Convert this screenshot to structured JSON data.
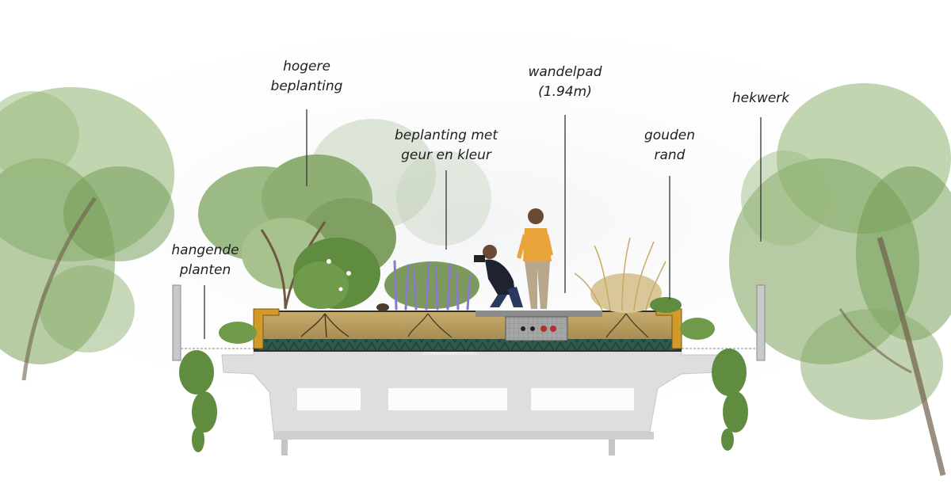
{
  "labels": {
    "hogere_beplanting": [
      "hogere",
      "beplanting"
    ],
    "beplanting_geur": [
      "beplanting met",
      "geur en kleur"
    ],
    "wandelpad": [
      "wandelpad",
      "(1.94m)"
    ],
    "gouden_rand": [
      "gouden",
      "rand"
    ],
    "hekwerk": [
      "hekwerk"
    ],
    "hangende_planten": [
      "hangende",
      "planten"
    ]
  },
  "colors": {
    "tree_green": "#7aa35a",
    "tree_dark": "#4f7a3a",
    "soil": "#b59a5e",
    "drainage": "#2e5a4e",
    "gold_edge": "#d19a2a",
    "concrete": "#dcdcdc",
    "lavender": "#8a7cc4",
    "shirt_orange": "#e8a43a",
    "paving": "#9a9a9a"
  }
}
